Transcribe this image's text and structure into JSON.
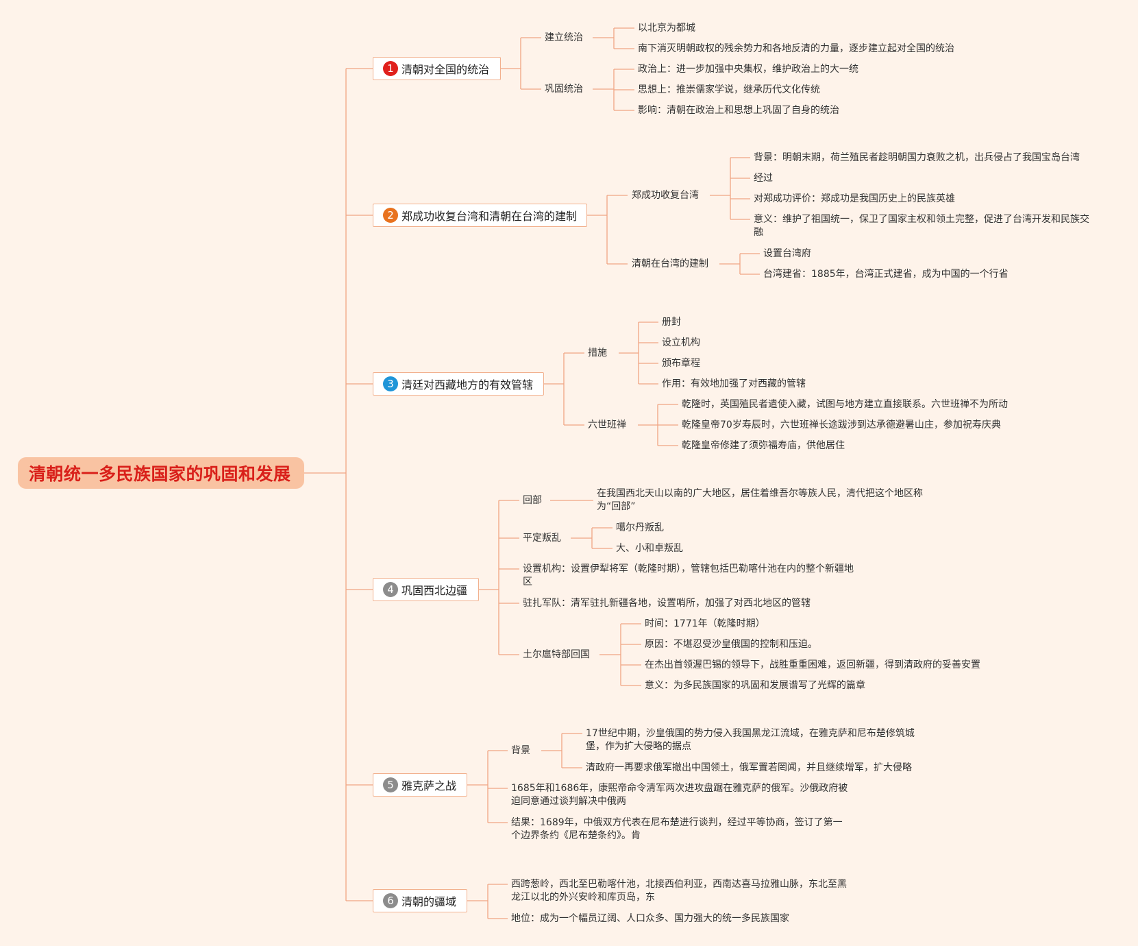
{
  "root": "清朝统一多民族国家的巩固和发展",
  "colors": {
    "line": "#f0a583",
    "root_bg": "#f9c3a2",
    "root_text": "#d9201a",
    "badge_1": "#e0201c",
    "badge_2": "#e8721e",
    "badge_3": "#1f95d8",
    "badge_other": "#8c8c8c"
  },
  "branches": [
    {
      "num": "1",
      "title": "清朝对全国的统治",
      "children": [
        {
          "label": "建立统治",
          "children": [
            "以北京为都城",
            "南下消灭明朝政权的残余势力和各地反清的力量，逐步建立起对全国的统治"
          ]
        },
        {
          "label": "巩固统治",
          "children": [
            "政治上：进一步加强中央集权，维护政治上的大一统",
            "思想上：推崇儒家学说，继承历代文化传统",
            "影响：清朝在政治上和思想上巩固了自身的统治"
          ]
        }
      ]
    },
    {
      "num": "2",
      "title": "郑成功收复台湾和清朝在台湾的建制",
      "children": [
        {
          "label": "郑成功收复台湾",
          "children": [
            "背景：明朝末期，荷兰殖民者趁明朝国力衰败之机，出兵侵占了我国宝岛台湾",
            "经过",
            "对郑成功评价：郑成功是我国历史上的民族英雄",
            "意义：维护了祖国统一，保卫了国家主权和领土完整，促进了台湾开发和民族交融"
          ]
        },
        {
          "label": "清朝在台湾的建制",
          "children": [
            "设置台湾府",
            "台湾建省：1885年，台湾正式建省，成为中国的一个行省"
          ]
        }
      ]
    },
    {
      "num": "3",
      "title": "清廷对西藏地方的有效管辖",
      "children": [
        {
          "label": "措施",
          "children": [
            "册封",
            "设立机构",
            "颁布章程",
            "作用：有效地加强了对西藏的管辖"
          ]
        },
        {
          "label": "六世班禅",
          "children": [
            "乾隆时，英国殖民者遣使入藏，试图与地方建立直接联系。六世班禅不为所动",
            "乾隆皇帝70岁寿辰时，六世班禅长途跋涉到达承德避暑山庄，参加祝寿庆典",
            "乾隆皇帝修建了须弥福寿庙，供他居住"
          ]
        }
      ]
    },
    {
      "num": "4",
      "title": "巩固西北边疆",
      "children": [
        {
          "label": "回部",
          "children": [
            "在我国西北天山以南的广大地区，居住着维吾尔等族人民，清代把这个地区称为“回部”"
          ]
        },
        {
          "label": "平定叛乱",
          "children": [
            "噶尔丹叛乱",
            "大、小和卓叛乱"
          ]
        },
        {
          "label": "设置机构：设置伊犁将军（乾隆时期），管辖包括巴勒喀什池在内的整个新疆地区",
          "children": []
        },
        {
          "label": "驻扎军队：清军驻扎新疆各地，设置哨所，加强了对西北地区的管辖",
          "children": []
        },
        {
          "label": "土尔扈特部回国",
          "children": [
            "时间：1771年（乾隆时期）",
            "原因：不堪忍受沙皇俄国的控制和压迫。",
            "在杰出首领渥巴锡的领导下，战胜重重困难，返回新疆，得到清政府的妥善安置",
            "意义：为多民族国家的巩固和发展谱写了光辉的篇章"
          ]
        }
      ]
    },
    {
      "num": "5",
      "title": "雅克萨之战",
      "children": [
        {
          "label": "背景",
          "children": [
            "17世纪中期，沙皇俄国的势力侵入我国黑龙江流域，在雅克萨和尼布楚修筑城堡，作为扩大侵略的据点",
            "清政府一再要求俄军撤出中国领土，俄军置若罔闻，并且继续增军，扩大侵略"
          ]
        },
        {
          "label": "1685年和1686年，康熙帝命令清军两次进攻盘踞在雅克萨的俄军。沙俄政府被迫同意通过谈判解决中俄两",
          "children": []
        },
        {
          "label": "结果：1689年，中俄双方代表在尼布楚进行谈判，经过平等协商，签订了第一个边界条约《尼布楚条约》。肯",
          "children": []
        }
      ]
    },
    {
      "num": "6",
      "title": "清朝的疆域",
      "children": [
        {
          "label": "西跨葱岭，西北至巴勒喀什池，北接西伯利亚，西南达喜马拉雅山脉，东北至黑龙江以北的外兴安岭和库页岛，东",
          "children": []
        },
        {
          "label": "地位：成为一个幅员辽阔、人口众多、国力强大的统一多民族国家",
          "children": []
        }
      ]
    }
  ]
}
